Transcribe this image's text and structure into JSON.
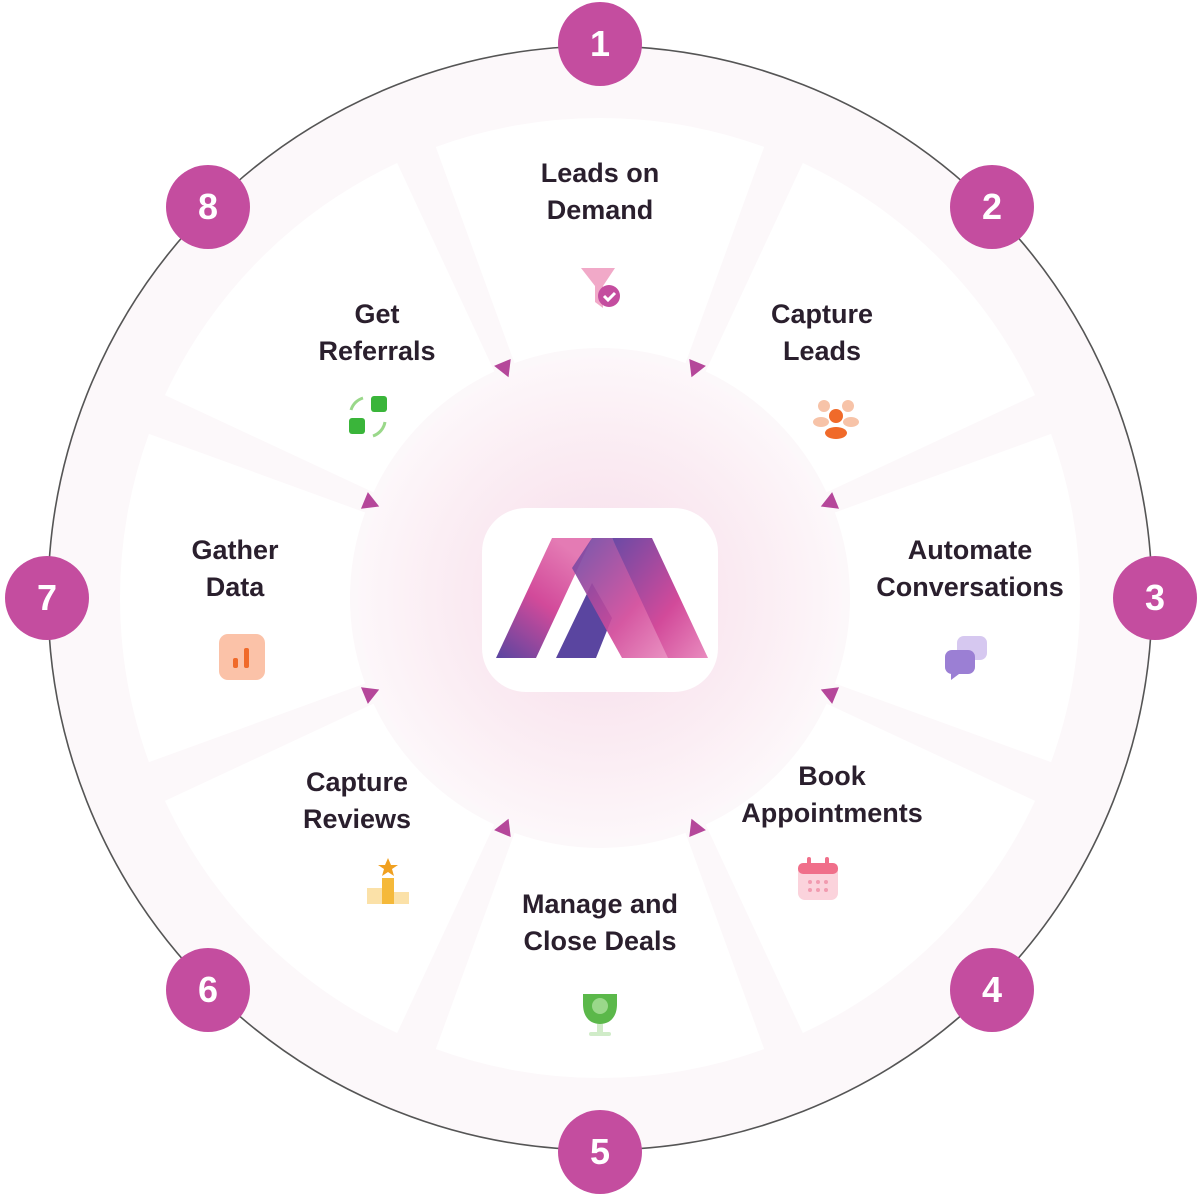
{
  "colors": {
    "badge": "#c44d9f",
    "ring": "#555555",
    "arrow": "#b5479a"
  },
  "steps": [
    {
      "number": "1",
      "label_line1": "Leads on",
      "label_line2": "Demand",
      "icon": "funnel-check-icon"
    },
    {
      "number": "2",
      "label_line1": "Capture",
      "label_line2": "Leads",
      "icon": "people-group-icon"
    },
    {
      "number": "3",
      "label_line1": "Automate",
      "label_line2": "Conversations",
      "icon": "chat-bubbles-icon"
    },
    {
      "number": "4",
      "label_line1": "Book",
      "label_line2": "Appointments",
      "icon": "calendar-icon"
    },
    {
      "number": "5",
      "label_line1": "Manage and",
      "label_line2": "Close Deals",
      "icon": "trophy-icon"
    },
    {
      "number": "6",
      "label_line1": "Capture",
      "label_line2": "Reviews",
      "icon": "podium-star-icon"
    },
    {
      "number": "7",
      "label_line1": "Gather",
      "label_line2": "Data",
      "icon": "bar-chart-icon"
    },
    {
      "number": "8",
      "label_line1": "Get",
      "label_line2": "Referrals",
      "icon": "cubes-cycle-icon"
    }
  ]
}
